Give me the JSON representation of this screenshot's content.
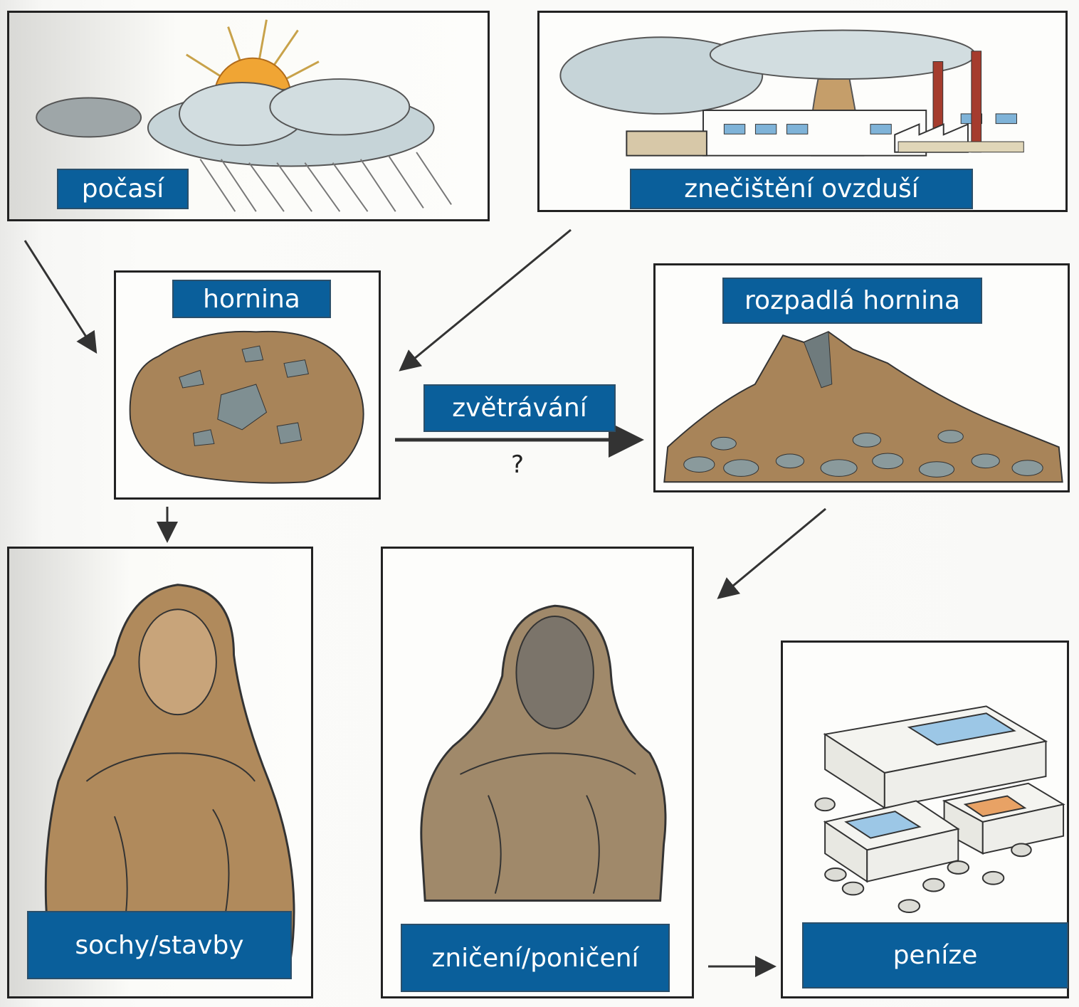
{
  "nodes": {
    "weather": "počasí",
    "air_pollution": "znečištění ovzduší",
    "rock": "hornina",
    "decayed_rock": "rozpadlá hornina",
    "statues": "sochy/stavby",
    "destruction": "zničení/poničení",
    "money": "peníze"
  },
  "edges": {
    "weathering": "zvětrávání",
    "unknown": "?"
  },
  "colors": {
    "label_bg": "#0a5f9b",
    "label_text": "#ffffff",
    "line": "#333333"
  }
}
